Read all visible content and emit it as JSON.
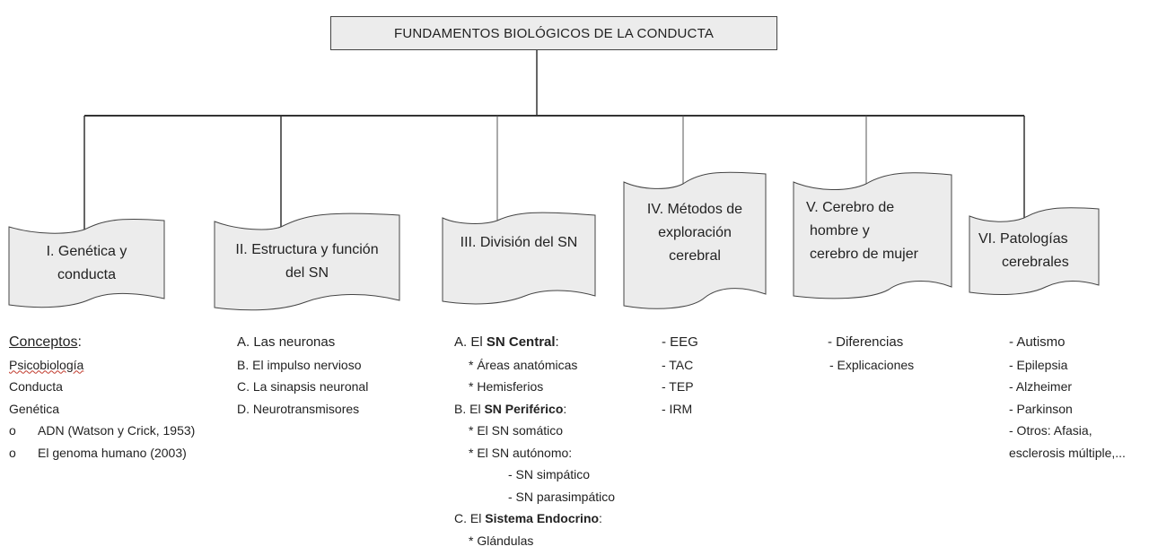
{
  "root": {
    "title": "FUNDAMENTOS BIOLÓGICOS DE LA CONDUCTA"
  },
  "colors": {
    "box_fill": "#ececec",
    "line": "#333333",
    "text": "#222222"
  },
  "branches": [
    {
      "id": "I",
      "title_lines": [
        "I. Genética y",
        "conducta"
      ],
      "details": {
        "heading": "Conceptos",
        "heading_suffix": ":",
        "items": [
          "Psicobiología",
          "Conducta",
          "Genética"
        ],
        "sub_items": [
          {
            "bullet": "o",
            "text": "ADN (Watson y Crick, 1953)"
          },
          {
            "bullet": "o",
            "text": "El genoma humano (2003)"
          }
        ]
      }
    },
    {
      "id": "II",
      "title_lines": [
        "II. Estructura y función",
        "del SN"
      ],
      "details": {
        "items": [
          "A. Las neuronas",
          "B. El impulso nervioso",
          "C. La sinapsis neuronal",
          "D. Neurotransmisores"
        ]
      }
    },
    {
      "id": "III",
      "title_lines": [
        "III. División del SN"
      ],
      "details": {
        "a_prefix": "A. El ",
        "a_bold": "SN Central",
        "a_suffix": ":",
        "a_items": [
          "* Áreas anatómicas",
          "* Hemisferios"
        ],
        "b_prefix": "B. El ",
        "b_bold": "SN Periférico",
        "b_suffix": ":",
        "b_items": [
          "* El SN somático",
          "* El SN autónomo:"
        ],
        "b_sub_items": [
          "- SN simpático",
          "- SN parasimpático"
        ],
        "c_prefix": "C. El ",
        "c_bold": "Sistema Endocrino",
        "c_suffix": ":",
        "c_items": [
          "* Glándulas"
        ]
      }
    },
    {
      "id": "IV",
      "title_lines": [
        "IV. Métodos de",
        "exploración",
        "cerebral"
      ],
      "details": {
        "items": [
          "- EEG",
          "- TAC",
          "- TEP",
          "- IRM"
        ]
      }
    },
    {
      "id": "V",
      "title_lines": [
        "V. Cerebro de",
        "hombre y",
        "cerebro de mujer"
      ],
      "details": {
        "items": [
          "- Diferencias",
          "- Explicaciones"
        ]
      }
    },
    {
      "id": "VI",
      "title_lines": [
        "VI. Patologías",
        "cerebrales"
      ],
      "details": {
        "items": [
          "- Autismo",
          "- Epilepsia",
          "- Alzheimer",
          "- Parkinson",
          "- Otros: Afasia,",
          "esclerosis múltiple,..."
        ]
      }
    }
  ]
}
